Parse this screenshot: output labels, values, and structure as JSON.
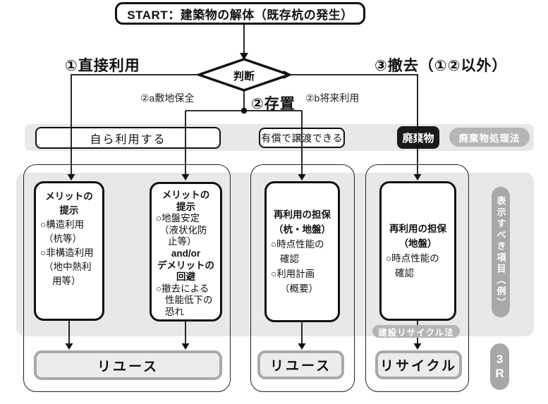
{
  "flow": {
    "start": "START：建築物の解体（既存杭の発生）",
    "decision": "判断",
    "branch1": "①直接利用",
    "branch2": "②存置",
    "branch2a": "②a敷地保全",
    "branch2b": "②b将来利用",
    "branch3": "③撤去（①②以外）"
  },
  "band": {
    "self_use": "自ら利用する",
    "transfer": "有償で譲渡できる",
    "waste": "廃棄物",
    "waste_law": "廃棄物処理法"
  },
  "columns": [
    {
      "lines": [
        {
          "text": "メリットの",
          "cls": "hd"
        },
        {
          "text": "提示",
          "cls": "hd"
        },
        {
          "text": "○構造利用",
          "cls": "p0"
        },
        {
          "text": "（杭等）",
          "cls": "p1"
        },
        {
          "text": "○非構造利用",
          "cls": "p0"
        },
        {
          "text": "（地中熱利",
          "cls": "p1"
        },
        {
          "text": "用等）",
          "cls": "p3"
        }
      ]
    },
    {
      "lines": [
        {
          "text": "メリットの",
          "cls": "hd"
        },
        {
          "text": "提示",
          "cls": "hd"
        },
        {
          "text": "○地盤安定",
          "cls": "p0"
        },
        {
          "text": "（液状化防",
          "cls": "p1"
        },
        {
          "text": "止等）",
          "cls": "p3"
        },
        {
          "text": "and/or",
          "cls": "hd"
        },
        {
          "text": "デメリットの",
          "cls": "hd"
        },
        {
          "text": "回避",
          "cls": "hd"
        },
        {
          "text": "○撤去による",
          "cls": "p0"
        },
        {
          "text": "性能低下の",
          "cls": "p2"
        },
        {
          "text": "恐れ",
          "cls": "p2"
        }
      ]
    },
    {
      "lines": [
        {
          "text": "再利用の担保",
          "cls": "hd"
        },
        {
          "text": "（杭・地盤）",
          "cls": "hd"
        },
        {
          "text": "○時点性能の",
          "cls": "p0"
        },
        {
          "text": "確認",
          "cls": "p2"
        },
        {
          "text": "○利用計画",
          "cls": "p0"
        },
        {
          "text": "（概要）",
          "cls": "p2"
        }
      ]
    },
    {
      "lines": [
        {
          "text": "再利用の担保",
          "cls": "hd"
        },
        {
          "text": "（地盤）",
          "cls": "hd"
        },
        {
          "text": "○時点性能の",
          "cls": "p0"
        },
        {
          "text": "確認",
          "cls": "p2"
        }
      ]
    }
  ],
  "results": {
    "reuse1": "リユース",
    "reuse2": "リユース",
    "recycle": "リサイクル"
  },
  "recycle_law": "建設リサイクル法",
  "side_label": "表示すべき項目（例）",
  "three_r": {
    "lines": [
      {
        "text": "3",
        "cls": ""
      },
      {
        "text": "R",
        "cls": ""
      }
    ]
  },
  "colors": {
    "line": "#111111",
    "band_bg": "#e8e8e8",
    "panel_bg": "#e8e8e8",
    "waste_bg": "#1a1a1a",
    "law_pill_bg": "#b5b5b5",
    "side_pill_bg": "#a8a8a8",
    "result_border": "#a9a9a9",
    "result_bg": "#ececec"
  }
}
